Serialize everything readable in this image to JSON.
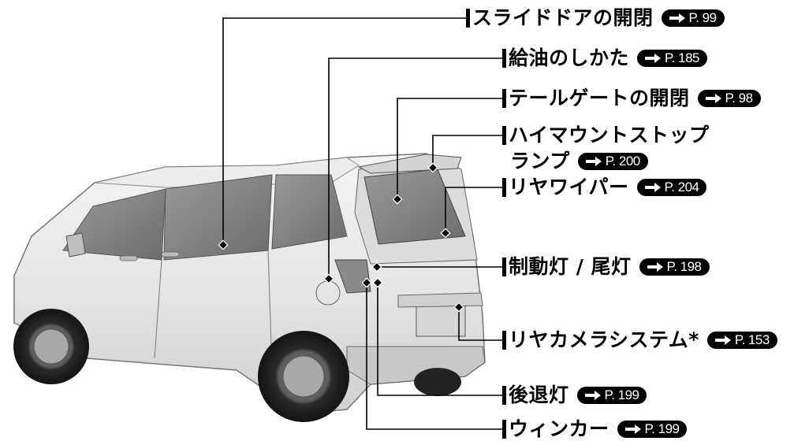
{
  "callouts": [
    {
      "id": "slide-door",
      "label": "スライドドアの開閉",
      "ref": "P. 99"
    },
    {
      "id": "refuel",
      "label": "給油のしかた",
      "ref": "P. 185"
    },
    {
      "id": "tailgate",
      "label": "テールゲートの開閉",
      "ref": "P. 98"
    },
    {
      "id": "high-mount-stop",
      "label": "ハイマウントストップ",
      "label2": "ランプ",
      "ref": "P. 200"
    },
    {
      "id": "rear-wiper",
      "label": "リヤワイパー",
      "ref": "P. 204"
    },
    {
      "id": "brake-tail",
      "label": "制動灯 / 尾灯",
      "ref": "P. 198"
    },
    {
      "id": "rear-camera",
      "label": "リヤカメラシステム*",
      "ref": "P. 153"
    },
    {
      "id": "backup-light",
      "label": "後退灯",
      "ref": "P. 199"
    },
    {
      "id": "turn-signal",
      "label": "ウィンカー",
      "ref": "P. 199"
    }
  ]
}
